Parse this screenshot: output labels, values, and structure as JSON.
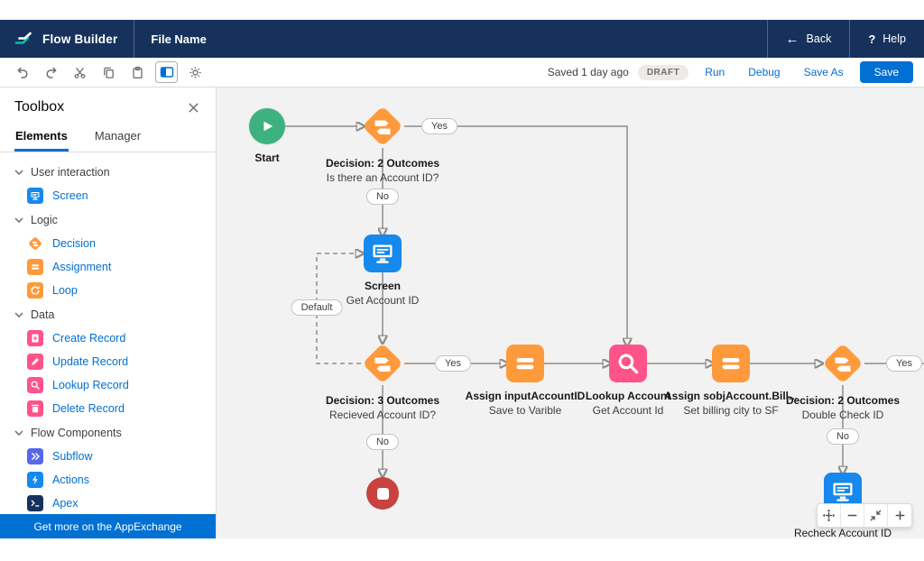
{
  "colors": {
    "header_bg": "#16325c",
    "accent_blue": "#0070d2",
    "screen_blue": "#1589ee",
    "logic_orange": "#ff9a3c",
    "data_pink": "#ff538a",
    "subflow_indigo": "#5867e8",
    "apex_navy": "#16325c",
    "start_green": "#3eb181",
    "end_red": "#c9423f",
    "canvas_bg": "#f3f2f2"
  },
  "header": {
    "app_name": "Flow Builder",
    "file_name": "File Name",
    "back": "Back",
    "help": "Help"
  },
  "toolbar": {
    "icons": [
      "undo-icon",
      "redo-icon",
      "cut-icon",
      "copy-icon",
      "paste-icon",
      "toolbox-toggle-icon",
      "settings-gear-icon"
    ],
    "saved_status": "Saved 1 day ago",
    "draft": "DRAFT",
    "run": "Run",
    "debug": "Debug",
    "save_as": "Save As",
    "save": "Save"
  },
  "toolbox": {
    "title": "Toolbox",
    "tabs": {
      "elements": "Elements",
      "manager": "Manager"
    },
    "sections": [
      {
        "label": "User interaction",
        "items": [
          {
            "label": "Screen",
            "icon": "screen-icon",
            "color": "#1589ee"
          }
        ]
      },
      {
        "label": "Logic",
        "items": [
          {
            "label": "Decision",
            "icon": "decision-icon",
            "color": "#ff9a3c"
          },
          {
            "label": "Assignment",
            "icon": "assignment-icon",
            "color": "#ff9a3c"
          },
          {
            "label": "Loop",
            "icon": "loop-icon",
            "color": "#ff9a3c"
          }
        ]
      },
      {
        "label": "Data",
        "items": [
          {
            "label": "Create Record",
            "icon": "create-record-icon",
            "color": "#ff538a"
          },
          {
            "label": "Update Record",
            "icon": "update-record-icon",
            "color": "#ff538a"
          },
          {
            "label": "Lookup Record",
            "icon": "lookup-record-icon",
            "color": "#ff538a"
          },
          {
            "label": "Delete Record",
            "icon": "delete-record-icon",
            "color": "#ff538a"
          }
        ]
      },
      {
        "label": "Flow Components",
        "items": [
          {
            "label": "Subflow",
            "icon": "subflow-icon",
            "color": "#5867e8"
          },
          {
            "label": "Actions",
            "icon": "actions-icon",
            "color": "#1589ee"
          },
          {
            "label": "Apex",
            "icon": "apex-icon",
            "color": "#16325c"
          }
        ]
      }
    ],
    "footer": "Get more on the AppExchange"
  },
  "canvas": {
    "nodes": [
      {
        "id": "start",
        "type": "start",
        "title": "Start",
        "subtitle": ""
      },
      {
        "id": "decision-1",
        "type": "decision",
        "title": "Decision: 2 Outcomes",
        "subtitle": "Is there an Account ID?"
      },
      {
        "id": "screen-1",
        "type": "screen",
        "title": "Screen",
        "subtitle": "Get Account ID"
      },
      {
        "id": "decision-2",
        "type": "decision",
        "title": "Decision: 3 Outcomes",
        "subtitle": "Recieved Account ID?"
      },
      {
        "id": "assignment-1",
        "type": "assignment",
        "title": "Assign inputAccountID",
        "subtitle": "Save to Varible"
      },
      {
        "id": "lookup-1",
        "type": "lookup",
        "title": "Lookup Account",
        "subtitle": "Get Account Id"
      },
      {
        "id": "assignment-2",
        "type": "assignment",
        "title": "Assign sobjAccount.Bill...",
        "subtitle": "Set billing city to SF"
      },
      {
        "id": "decision-3",
        "type": "decision",
        "title": "Decision: 2 Outcomes",
        "subtitle": "Double Check ID"
      },
      {
        "id": "end",
        "type": "end",
        "title": "",
        "subtitle": ""
      },
      {
        "id": "screen-2",
        "type": "screen",
        "title": "Recheck  Account ID",
        "subtitle": ""
      }
    ],
    "connector_labels": {
      "yes1": "Yes",
      "no1": "No",
      "default": "Default",
      "yes2": "Yes",
      "yes3": "Yes",
      "no2": "No",
      "no3": "No"
    },
    "zoom_controls": [
      "pan-icon",
      "zoom-out-icon",
      "fit-view-icon",
      "zoom-in-icon"
    ]
  }
}
